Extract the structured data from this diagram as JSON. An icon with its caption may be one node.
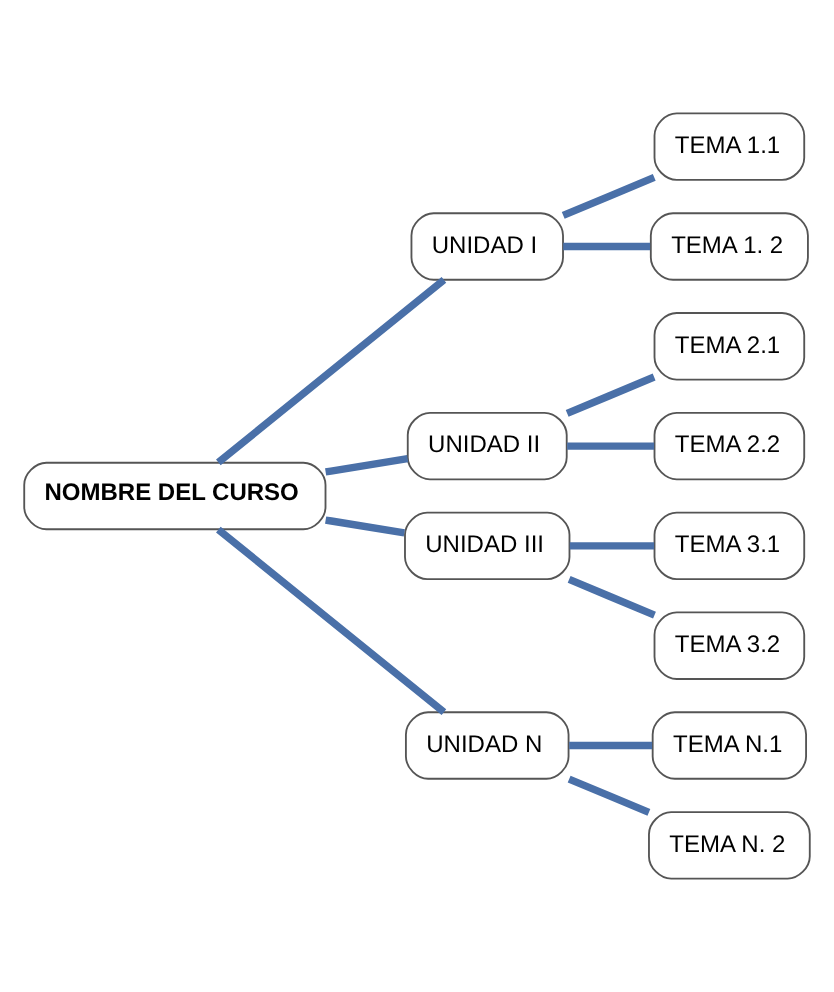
{
  "diagram": {
    "nodes": [
      {
        "text": [
          "NOMBRE DEL CURSO"
        ]
      },
      {
        "text": [
          "UNIDAD I"
        ]
      },
      {
        "text": [
          "TEMA 1.1"
        ]
      },
      {
        "text": [
          "TEMA 1. 2"
        ]
      },
      {
        "text": [
          "UNIDAD II"
        ]
      },
      {
        "text": [
          "TEMA 2.1"
        ]
      },
      {
        "text": [
          "TEMA 2.2"
        ]
      },
      {
        "text": [
          "UNIDAD III"
        ]
      },
      {
        "text": [
          "TEMA 3.1"
        ]
      },
      {
        "text": [
          "TEMA 3.2"
        ]
      },
      {
        "text": [
          "UNIDAD N"
        ]
      },
      {
        "text": [
          "TEMA N.1"
        ]
      },
      {
        "text": [
          "TEMA N. 2"
        ]
      }
    ],
    "edges": [
      {
        "from": 0,
        "to": 1,
        "arrow": "none"
      },
      {
        "from": 0,
        "to": 4,
        "arrow": "none"
      },
      {
        "from": 0,
        "to": 7,
        "arrow": "none"
      },
      {
        "from": 0,
        "to": 10,
        "arrow": "none"
      },
      {
        "from": 1,
        "to": 2,
        "arrow": "none"
      },
      {
        "from": 1,
        "to": 3,
        "arrow": "none"
      },
      {
        "from": 4,
        "to": 5,
        "arrow": "none"
      },
      {
        "from": 4,
        "to": 6,
        "arrow": "none"
      },
      {
        "from": 7,
        "to": 8,
        "arrow": "none"
      },
      {
        "from": 7,
        "to": 9,
        "arrow": "none"
      },
      {
        "from": 10,
        "to": 11,
        "arrow": "none"
      },
      {
        "from": 10,
        "to": 12,
        "arrow": "none"
      }
    ]
  }
}
